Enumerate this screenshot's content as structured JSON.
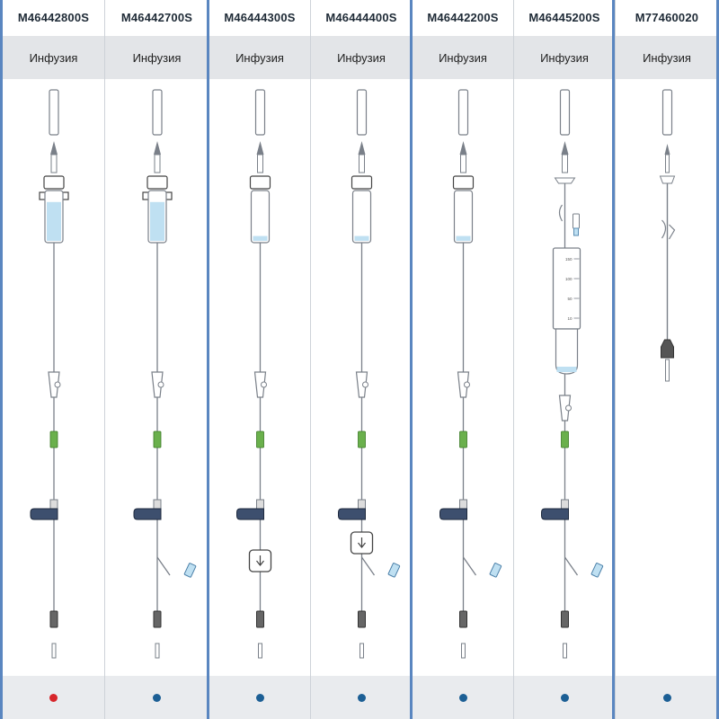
{
  "colors": {
    "group_divider": "#5a86c0",
    "dot_red": "#d7262b",
    "dot_blue": "#1c5f95",
    "header_bg": "#e3e5e8",
    "footer_bg": "#e9ebee",
    "clamp_navy": "#3d4f6e",
    "filter_green": "#6ab04c",
    "fluid_blue": "#bfe0f2"
  },
  "columns": [
    {
      "code": "M46442800S",
      "type": "Инфузия",
      "dot_color": "red",
      "chamber": "filled",
      "injection": "none",
      "filter": "none",
      "fill_level": 0.8
    },
    {
      "code": "M46442700S",
      "type": "Инфузия",
      "dot_color": "blue",
      "chamber": "filled",
      "injection": "y-port",
      "filter": "none",
      "fill_level": 0.8
    },
    {
      "code": "M46444300S",
      "type": "Инфузия",
      "dot_color": "blue",
      "chamber": "clear",
      "injection": "none",
      "filter": "square",
      "fill_level": 0.1
    },
    {
      "code": "M46444400S",
      "type": "Инфузия",
      "dot_color": "blue",
      "chamber": "clear",
      "injection": "y-port",
      "filter": "square",
      "fill_level": 0.1
    },
    {
      "code": "M46442200S",
      "type": "Инфузия",
      "dot_color": "blue",
      "chamber": "clear",
      "injection": "y-port",
      "filter": "none",
      "fill_level": 0.1
    },
    {
      "code": "M46445200S",
      "type": "Инфузия",
      "dot_color": "blue",
      "chamber": "burette",
      "injection": "y-port",
      "filter": "none",
      "fill_level": 0.1
    },
    {
      "code": "M77460020",
      "type": "Инфузия",
      "dot_color": "blue",
      "chamber": "extension",
      "injection": "none",
      "filter": "none",
      "fill_level": 0
    }
  ],
  "burette_scale": [
    "150",
    "100",
    "50",
    "10"
  ]
}
